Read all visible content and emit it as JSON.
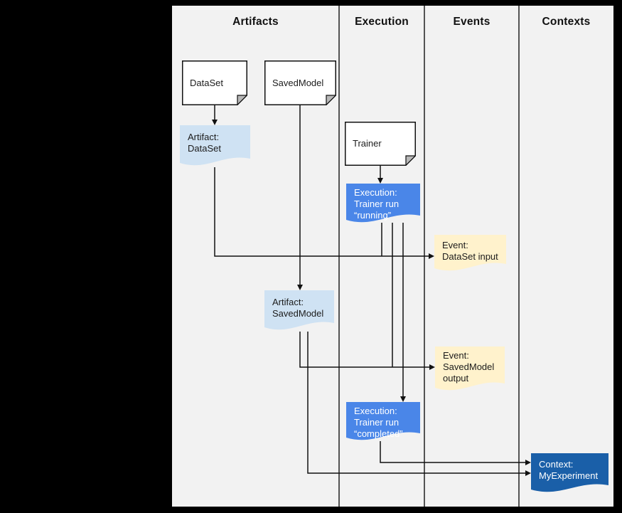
{
  "columns": [
    {
      "label": "Artifacts"
    },
    {
      "label": "Execution"
    },
    {
      "label": "Events"
    },
    {
      "label": "Contexts"
    }
  ],
  "nodes": {
    "dataset_doc": {
      "label": "DataSet"
    },
    "savedmodel_doc": {
      "label": "SavedModel"
    },
    "trainer_doc": {
      "label": "Trainer"
    },
    "artifact_dataset": {
      "line1": "Artifact:",
      "line2": "DataSet"
    },
    "artifact_savedmodel": {
      "line1": "Artifact:",
      "line2": "SavedModel"
    },
    "execution_running": {
      "line1": "Execution:",
      "line2": "Trainer run",
      "line3": "“running”"
    },
    "execution_completed": {
      "line1": "Execution:",
      "line2": "Trainer run",
      "line3": "“completed”"
    },
    "event_dataset_input": {
      "line1": "Event:",
      "line2": "DataSet input"
    },
    "event_savedmodel_output": {
      "line1": "Event:",
      "line2": "SavedModel",
      "line3": "output"
    },
    "context_myexperiment": {
      "line1": "Context:",
      "line2": "MyExperiment"
    }
  },
  "colors": {
    "canvas_bg": "#000000",
    "panel_bg": "#f2f2f2",
    "doc_fill": "#ffffff",
    "doc_fold_fill": "#b7b7b7",
    "artifact_fill": "#cfe2f3",
    "execution_fill": "#4a86e8",
    "event_fill": "#fff2cc",
    "context_fill": "#1a5fa8",
    "line_color": "#111111"
  }
}
